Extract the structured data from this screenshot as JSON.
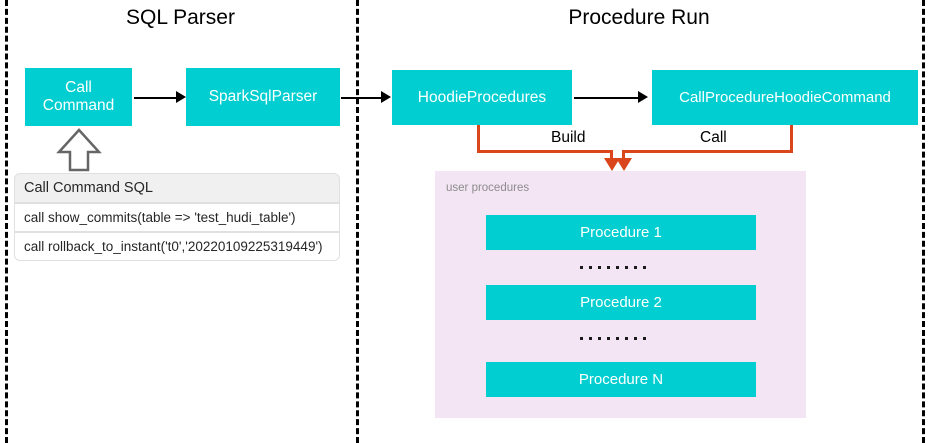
{
  "diagram": {
    "sections": [
      {
        "title": "SQL Parser"
      },
      {
        "title": "Procedure Run"
      }
    ],
    "nodes": {
      "call_command": "Call\nCommand",
      "call_command_line1": "Call",
      "call_command_line2": "Command",
      "spark_sql_parser": "SparkSqlParser",
      "hoodie_procedures": "HoodieProcedures",
      "call_procedure_hoodie_command": "CallProcedureHoodieCommand"
    },
    "edges": {
      "build_label": "Build",
      "call_label": "Call"
    },
    "sql_table": {
      "header": "Call Command SQL",
      "rows": [
        "call show_commits(table => 'test_hudi_table')",
        "call rollback_to_instant('t0','20220109225319449')"
      ]
    },
    "user_procedures": {
      "label": "user procedures",
      "items": [
        "Procedure 1",
        "Procedure 2",
        "Procedure N"
      ],
      "ellipsis": "......."
    },
    "colors": {
      "node_fill": "#00CED1",
      "node_text": "#FFFFFF",
      "panel_fill": "#F3E5F4",
      "edge_orange": "#D9461B",
      "edge_black": "#000000",
      "table_header_fill": "#F0F0F0",
      "divider": "#000000"
    }
  }
}
